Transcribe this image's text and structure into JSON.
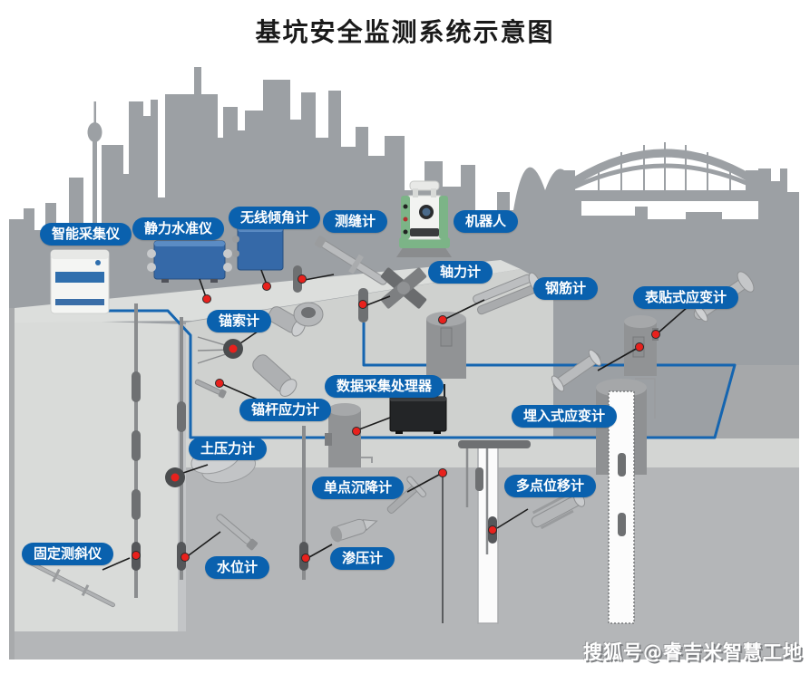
{
  "title": "基坑安全监测系统示意图",
  "watermark": "搜狐号@睿吉米智慧工地",
  "colors": {
    "label_bg": "#0a61ae",
    "label_text": "#ffffff",
    "cable_blue": "#1565b0",
    "connector_red": "#e8211d",
    "skyline_gray": "#9ca0a4",
    "soil_dark": "#b4b6b8",
    "pit_face_light": "#cfd1cf",
    "bench_light": "#d3d5d3",
    "left_panel": "#d9dbd9",
    "device_blue": "#3569a8",
    "title_color": "#1a1a1a"
  },
  "labels": [
    {
      "id": "smart-collector",
      "text": "智能采集仪"
    },
    {
      "id": "static-level",
      "text": "静力水准仪"
    },
    {
      "id": "wireless-tiltmeter",
      "text": "无线倾角计"
    },
    {
      "id": "crack-meter",
      "text": "测缝计"
    },
    {
      "id": "robot",
      "text": "机器人"
    },
    {
      "id": "axial-force-meter",
      "text": "轴力计"
    },
    {
      "id": "rebar-meter",
      "text": "钢筋计"
    },
    {
      "id": "surface-strain-gauge",
      "text": "表贴式应变计"
    },
    {
      "id": "anchor-cable-meter",
      "text": "锚索计"
    },
    {
      "id": "data-processor",
      "text": "数据采集处理器"
    },
    {
      "id": "anchor-rod-stress-meter",
      "text": "锚杆应力计"
    },
    {
      "id": "embedded-strain-gauge",
      "text": "埋入式应变计"
    },
    {
      "id": "earth-pressure-meter",
      "text": "土压力计"
    },
    {
      "id": "single-point-settlement",
      "text": "单点沉降计"
    },
    {
      "id": "multi-point-extensometer",
      "text": "多点位移计"
    },
    {
      "id": "fixed-inclinometer",
      "text": "固定测斜仪"
    },
    {
      "id": "water-level-meter",
      "text": "水位计"
    },
    {
      "id": "piezometer",
      "text": "渗压计"
    }
  ]
}
